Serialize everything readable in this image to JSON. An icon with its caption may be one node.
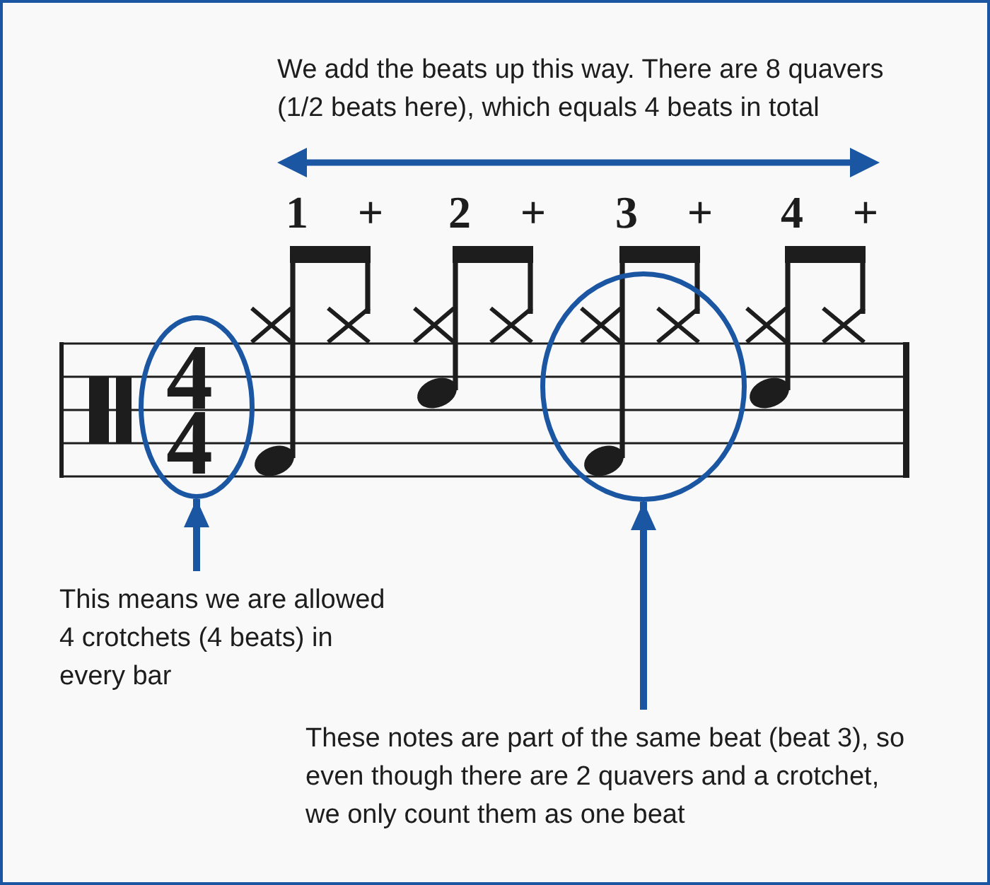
{
  "diagram": {
    "nodes": [
      {
        "text": [
          "4",
          "4"
        ]
      },
      {
        "text": [],
        "shape": "ellipse"
      },
      {
        "text": [
          "This means we are allowed 4 crotchets (4 beats) in every bar"
        ]
      },
      {
        "text": [
          "These notes are part of the same beat (beat 3), so even though there are 2 quavers and a crotchet, we only count them as one beat"
        ]
      }
    ],
    "edges": [
      {
        "from": 2,
        "to": 0,
        "arrow": "to"
      },
      {
        "from": 3,
        "to": 1,
        "arrow": "to"
      }
    ],
    "labels": [
      "We add the beats up this way. There are 8 quavers (1/2 beats here), which equals 4 beats in total",
      "1",
      "+",
      "2",
      "+",
      "3",
      "+",
      "4",
      "+"
    ]
  }
}
